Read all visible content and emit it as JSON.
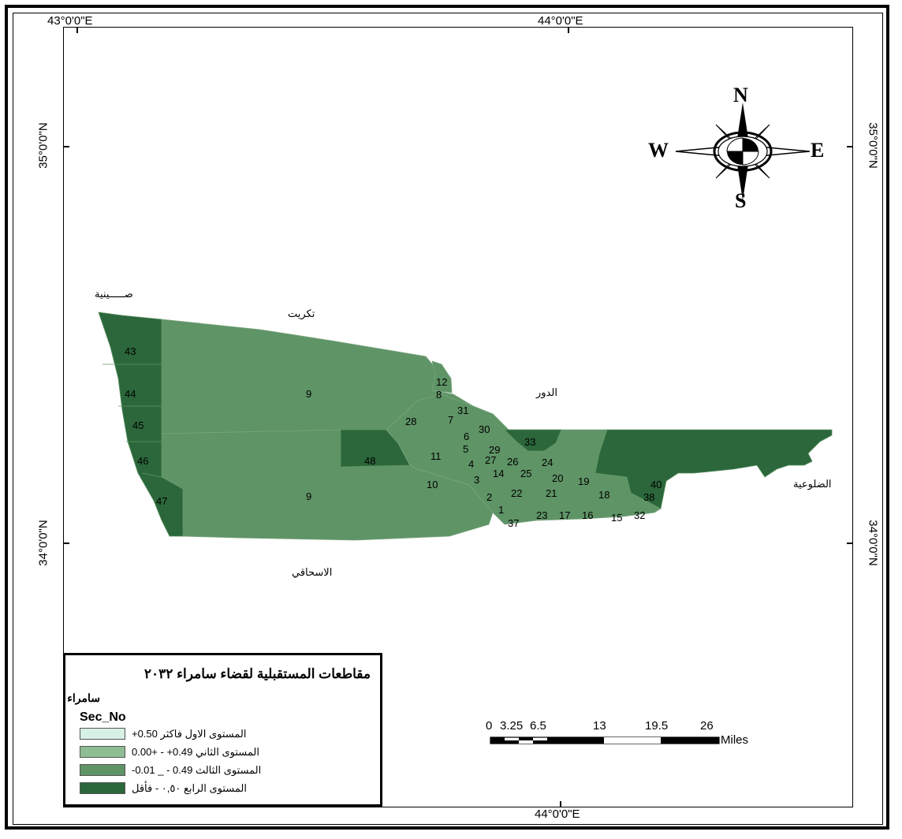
{
  "graticule": {
    "top_lon_left": "43°0'0\"E",
    "top_lon_right": "44°0'0\"E",
    "bottom_lon": "44°0'0\"E",
    "left_lat_top": "35°0'0\"N",
    "left_lat_bottom": "34°0'0\"N",
    "right_lat_top": "35°0'0\"N",
    "right_lat_bottom": "34°0'0\"N"
  },
  "north_arrow": {
    "n": "N",
    "s": "S",
    "e": "E",
    "w": "W"
  },
  "neighbors": {
    "tikrit": "تكريت",
    "dour": "الدور",
    "sininiya": "صـــــينية",
    "dhuluiya": "الضلوعية",
    "ishaqi": "الاسحاقي"
  },
  "sectors": [
    {
      "id": "43"
    },
    {
      "id": "44"
    },
    {
      "id": "45"
    },
    {
      "id": "46"
    },
    {
      "id": "47"
    },
    {
      "id": "9"
    },
    {
      "id": "9"
    },
    {
      "id": "48"
    },
    {
      "id": "12"
    },
    {
      "id": "8"
    },
    {
      "id": "31"
    },
    {
      "id": "7"
    },
    {
      "id": "28"
    },
    {
      "id": "30"
    },
    {
      "id": "6"
    },
    {
      "id": "33"
    },
    {
      "id": "29"
    },
    {
      "id": "5"
    },
    {
      "id": "11"
    },
    {
      "id": "27"
    },
    {
      "id": "26"
    },
    {
      "id": "4"
    },
    {
      "id": "24"
    },
    {
      "id": "14"
    },
    {
      "id": "25"
    },
    {
      "id": "3"
    },
    {
      "id": "20"
    },
    {
      "id": "19"
    },
    {
      "id": "10"
    },
    {
      "id": "22"
    },
    {
      "id": "21"
    },
    {
      "id": "2"
    },
    {
      "id": "18"
    },
    {
      "id": "40"
    },
    {
      "id": "38"
    },
    {
      "id": "1"
    },
    {
      "id": "23"
    },
    {
      "id": "17"
    },
    {
      "id": "16"
    },
    {
      "id": "15"
    },
    {
      "id": "32"
    },
    {
      "id": "37"
    }
  ],
  "legend": {
    "title": "مقاطعات المستقبلية لقضاء سامراء ٢٠٣٢",
    "subtitle": "سامراء",
    "field": "Sec_No",
    "classes": [
      {
        "label": "+0.50 المستوى الاول فاكثر",
        "color": "#d7f0e4"
      },
      {
        "label": "0.00+ - +0.49 المستوى الثاني",
        "color": "#8fbd93"
      },
      {
        "label": "-0.01 _ - 0.49 المستوى الثالث",
        "color": "#5f9466"
      },
      {
        "label": "المستوى الرابع ٠,٥٠ - فأقل",
        "color": "#2b673a"
      }
    ]
  },
  "scale": {
    "ticks": [
      "0",
      "3.25",
      "6.5",
      "13",
      "19.5",
      "26"
    ],
    "unit": "Miles"
  },
  "colors": {
    "level2": "#8fbd93",
    "level3": "#5f9466",
    "level4": "#2b673a"
  }
}
